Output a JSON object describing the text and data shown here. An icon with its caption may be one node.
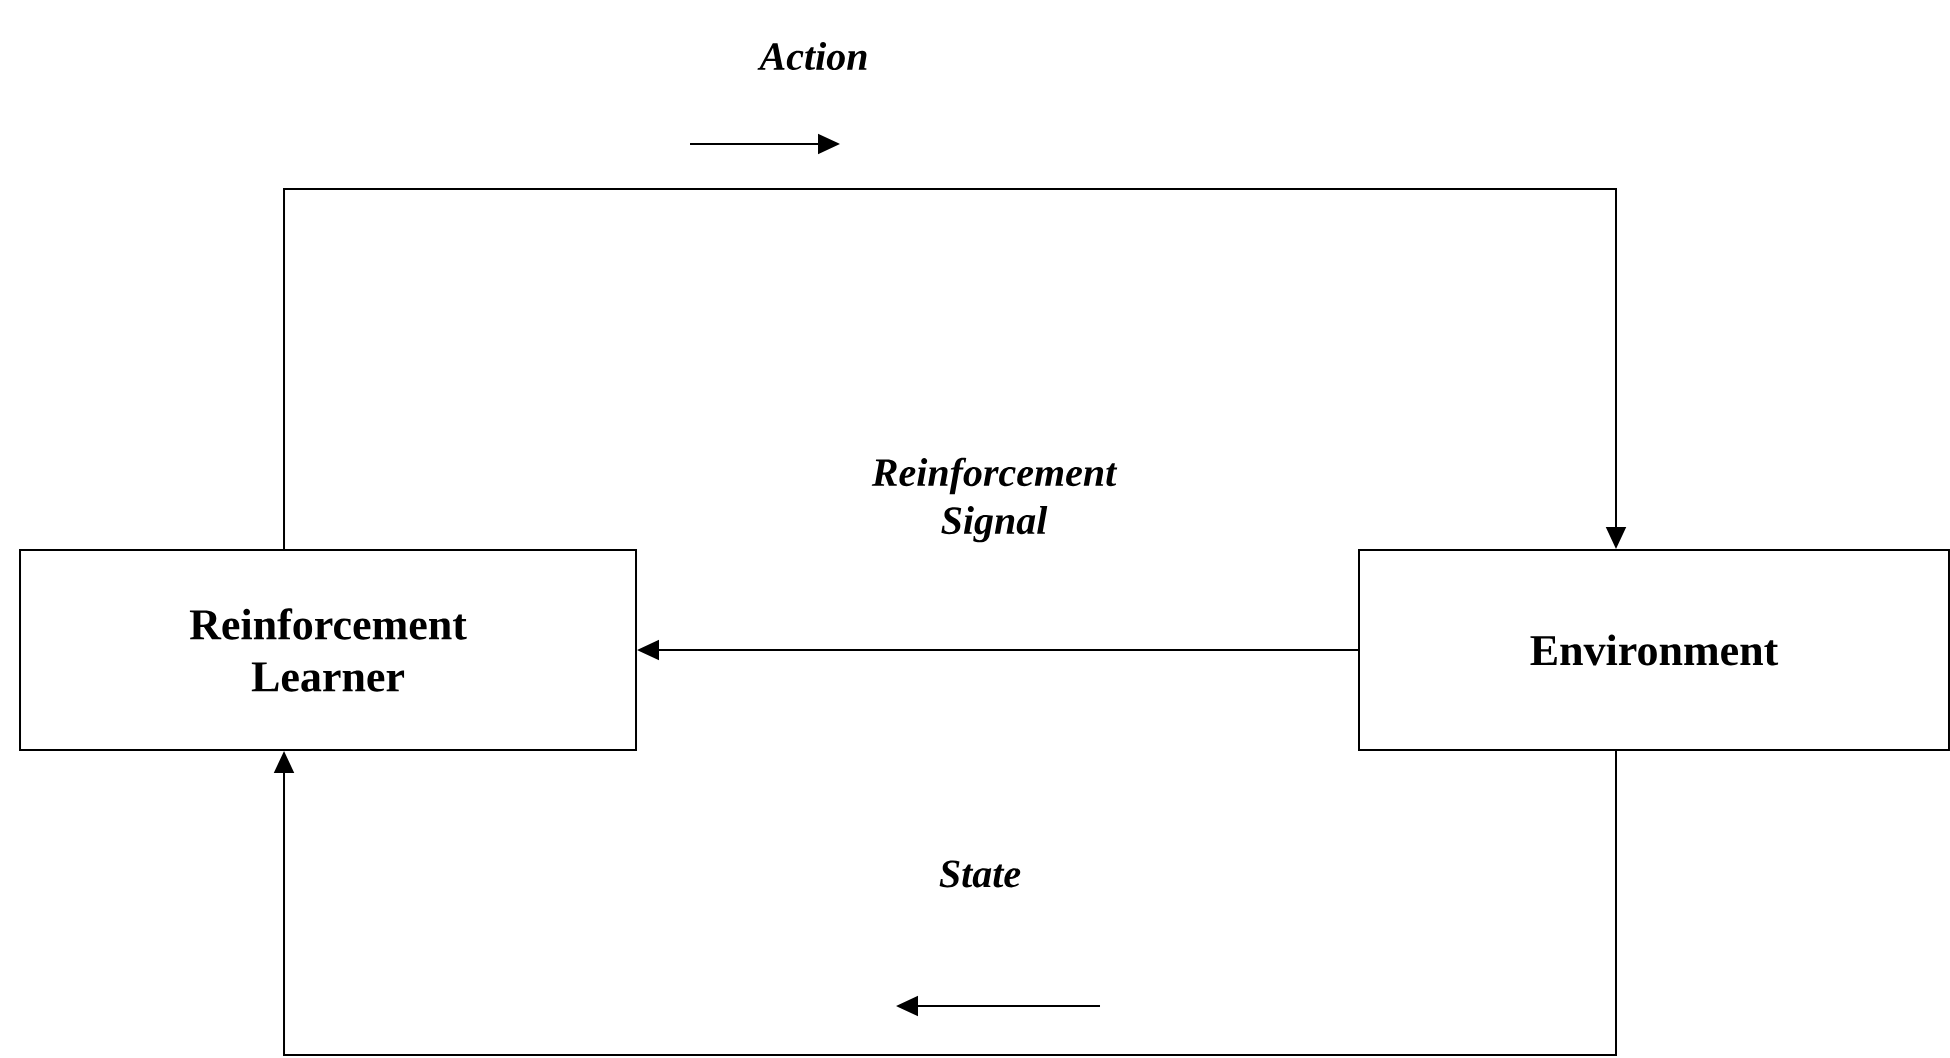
{
  "diagram": {
    "nodes": [
      {
        "text": [
          "Reinforcement Learner"
        ]
      },
      {
        "text": [
          "Environment"
        ]
      }
    ],
    "edges": [
      {
        "from": 0,
        "to": 1,
        "arrow": "to",
        "label": "Action"
      },
      {
        "from": 1,
        "to": 0,
        "arrow": "to",
        "label": "Reinforcement Signal"
      },
      {
        "from": 1,
        "to": 0,
        "arrow": "to",
        "label": "State"
      }
    ]
  }
}
